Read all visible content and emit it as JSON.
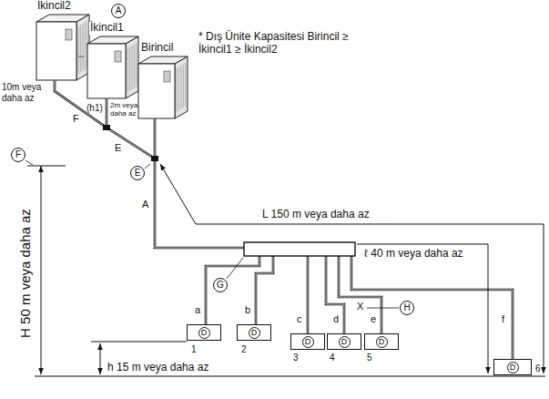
{
  "diagram": {
    "nodes": [
      {
        "text": [
          "İkincil2"
        ]
      },
      {
        "text": [
          "İkincil1"
        ]
      },
      {
        "text": [
          "Birincil"
        ]
      },
      {
        "text": [
          "D",
          "1"
        ]
      },
      {
        "text": [
          "D",
          "2"
        ]
      },
      {
        "text": [
          "D",
          "3"
        ]
      },
      {
        "text": [
          "D",
          "4"
        ]
      },
      {
        "text": [
          "D",
          "5"
        ]
      },
      {
        "text": [
          "D",
          "6"
        ]
      }
    ],
    "labels": [
      "A",
      "* Dış Ünite Kapasitesi Birincil ≥ İkincil1 ≥ İkincil2",
      "10m veya daha az",
      "(h1)",
      "2m veya daha az",
      "F",
      "E",
      "F",
      "E",
      "A",
      "H 50 m veya daha az",
      "L 150 m veya daha az",
      "ℓ 40 m veya daha az",
      "G",
      "H",
      "a",
      "b",
      "c",
      "d",
      "e",
      "f",
      "X",
      "h 15 m veya daha az"
    ]
  }
}
